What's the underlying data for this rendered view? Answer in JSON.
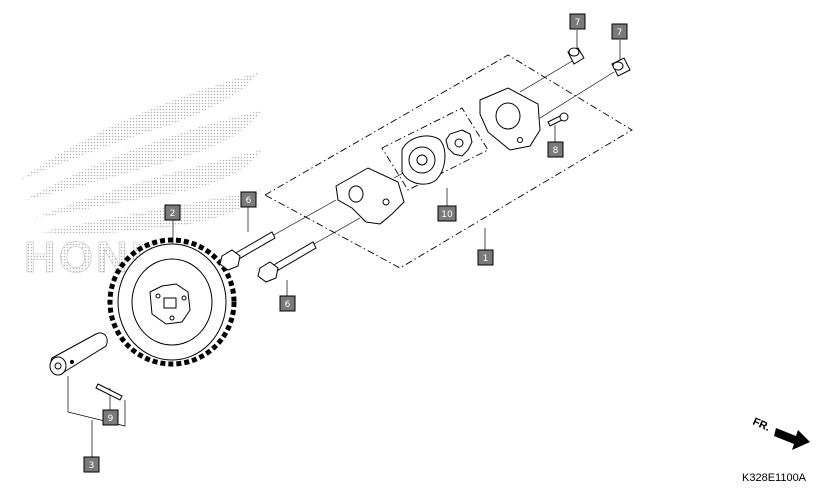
{
  "diagram": {
    "drawing_code": "K328E1100A",
    "front_indicator": "FR.",
    "logo_text": "HONDA",
    "colors": {
      "callout_fill": "#7a7a7a",
      "line": "#000000",
      "watermark": "#c8c8c8"
    },
    "callouts": [
      {
        "id": "c1",
        "label": "1",
        "part": "oil pump assembly"
      },
      {
        "id": "c2",
        "label": "2",
        "part": "oil pump driven sprocket"
      },
      {
        "id": "c3",
        "label": "3",
        "part": "oil pump shaft"
      },
      {
        "id": "c6a",
        "label": "6",
        "part": "bolt"
      },
      {
        "id": "c6b",
        "label": "6",
        "part": "bolt"
      },
      {
        "id": "c7a",
        "label": "7",
        "part": "dowel pin"
      },
      {
        "id": "c7b",
        "label": "7",
        "part": "dowel pin"
      },
      {
        "id": "c8",
        "label": "8",
        "part": "screw"
      },
      {
        "id": "c9",
        "label": "9",
        "part": "pin"
      },
      {
        "id": "c10",
        "label": "10",
        "part": "rotor set"
      }
    ]
  }
}
